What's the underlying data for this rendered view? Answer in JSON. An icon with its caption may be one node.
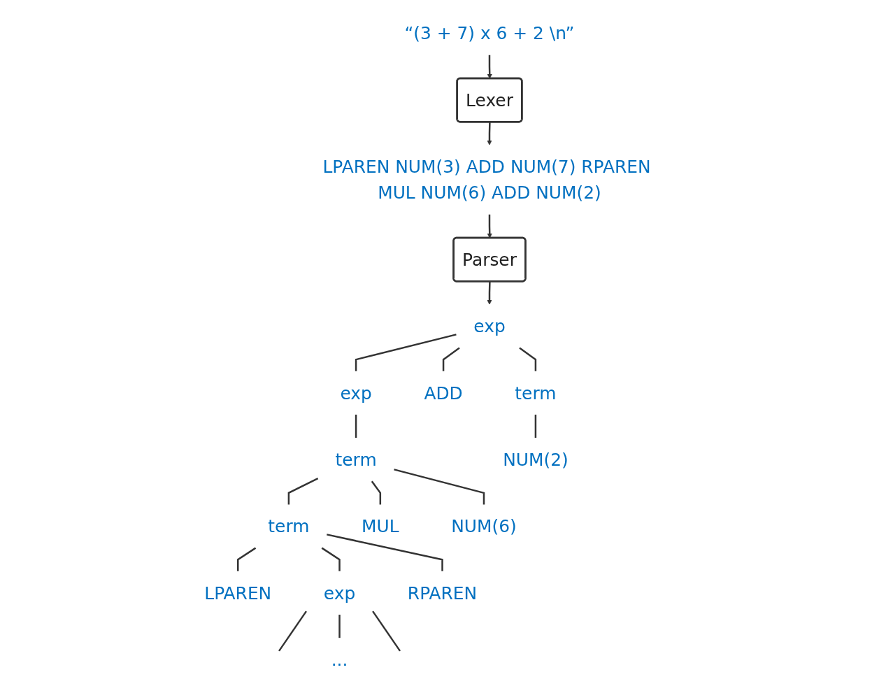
{
  "diagram": {
    "nodes": [
      {
        "text": [
          "“(3 + 7) x 6 + 2 \\n”"
        ]
      },
      {
        "text": [
          "Lexer"
        ]
      },
      {
        "text": [
          "LPAREN NUM(3) ADD NUM(7) RPAREN MUL NUM(6) ADD NUM(2)"
        ]
      },
      {
        "text": [
          "Parser"
        ]
      },
      {
        "text": [
          "exp"
        ]
      },
      {
        "text": [
          "exp"
        ]
      },
      {
        "text": [
          "ADD"
        ]
      },
      {
        "text": [
          "term"
        ]
      },
      {
        "text": [
          "term"
        ]
      },
      {
        "text": [
          "NUM(2)"
        ]
      },
      {
        "text": [
          "term"
        ]
      },
      {
        "text": [
          "MUL"
        ]
      },
      {
        "text": [
          "NUM(6)"
        ]
      },
      {
        "text": [
          "LPAREN"
        ]
      },
      {
        "text": [
          "exp"
        ]
      },
      {
        "text": [
          "RPAREN"
        ]
      },
      {
        "text": [
          "..."
        ]
      }
    ],
    "edges": [
      {
        "from": 0,
        "to": 1,
        "arrow": "to"
      },
      {
        "from": 1,
        "to": 2,
        "arrow": "to"
      },
      {
        "from": 2,
        "to": 3,
        "arrow": "to"
      },
      {
        "from": 3,
        "to": 4,
        "arrow": "to"
      },
      {
        "from": 4,
        "to": 5,
        "arrow": "none"
      },
      {
        "from": 4,
        "to": 6,
        "arrow": "none"
      },
      {
        "from": 4,
        "to": 7,
        "arrow": "none"
      },
      {
        "from": 5,
        "to": 8,
        "arrow": "none"
      },
      {
        "from": 7,
        "to": 9,
        "arrow": "none"
      },
      {
        "from": 8,
        "to": 10,
        "arrow": "none"
      },
      {
        "from": 8,
        "to": 11,
        "arrow": "none"
      },
      {
        "from": 8,
        "to": 12,
        "arrow": "none"
      },
      {
        "from": 10,
        "to": 13,
        "arrow": "none"
      },
      {
        "from": 10,
        "to": 14,
        "arrow": "none"
      },
      {
        "from": 10,
        "to": 15,
        "arrow": "none"
      },
      {
        "from": 14,
        "to": null,
        "arrow": "none"
      },
      {
        "from": 14,
        "to": 16,
        "arrow": "none"
      },
      {
        "from": 14,
        "to": null,
        "arrow": "none"
      }
    ]
  }
}
